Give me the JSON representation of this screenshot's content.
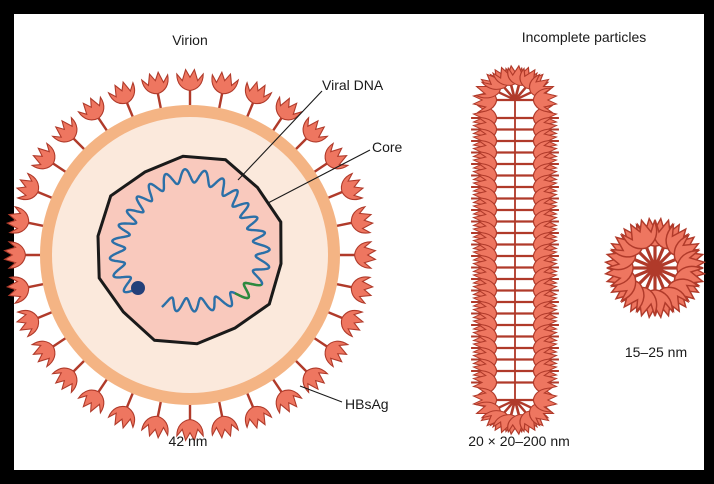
{
  "labels": {
    "virion": "Virion",
    "viral_dna": "Viral DNA",
    "core": "Core",
    "hbsag": "HBsAg",
    "virion_size": "42 nm",
    "incomplete_particles": "Incomplete particles",
    "filament_size": "20 × 20–200 nm",
    "sphere_size": "15–25 nm"
  },
  "colors": {
    "spike_fill": "#ee7660",
    "spike_stroke": "#b03a2a",
    "envelope": "#f4b484",
    "capsid_ring": "#fbe9dc",
    "core_interior": "#f9c9bd",
    "dna": "#2b70a8",
    "dna_marker": "#23407a",
    "dna_gap": "#2f8a3c",
    "outline": "#1a1a1a"
  },
  "icons": {
    "spike": "tulip-spike-icon",
    "dna_polymerase": "dot-icon"
  }
}
